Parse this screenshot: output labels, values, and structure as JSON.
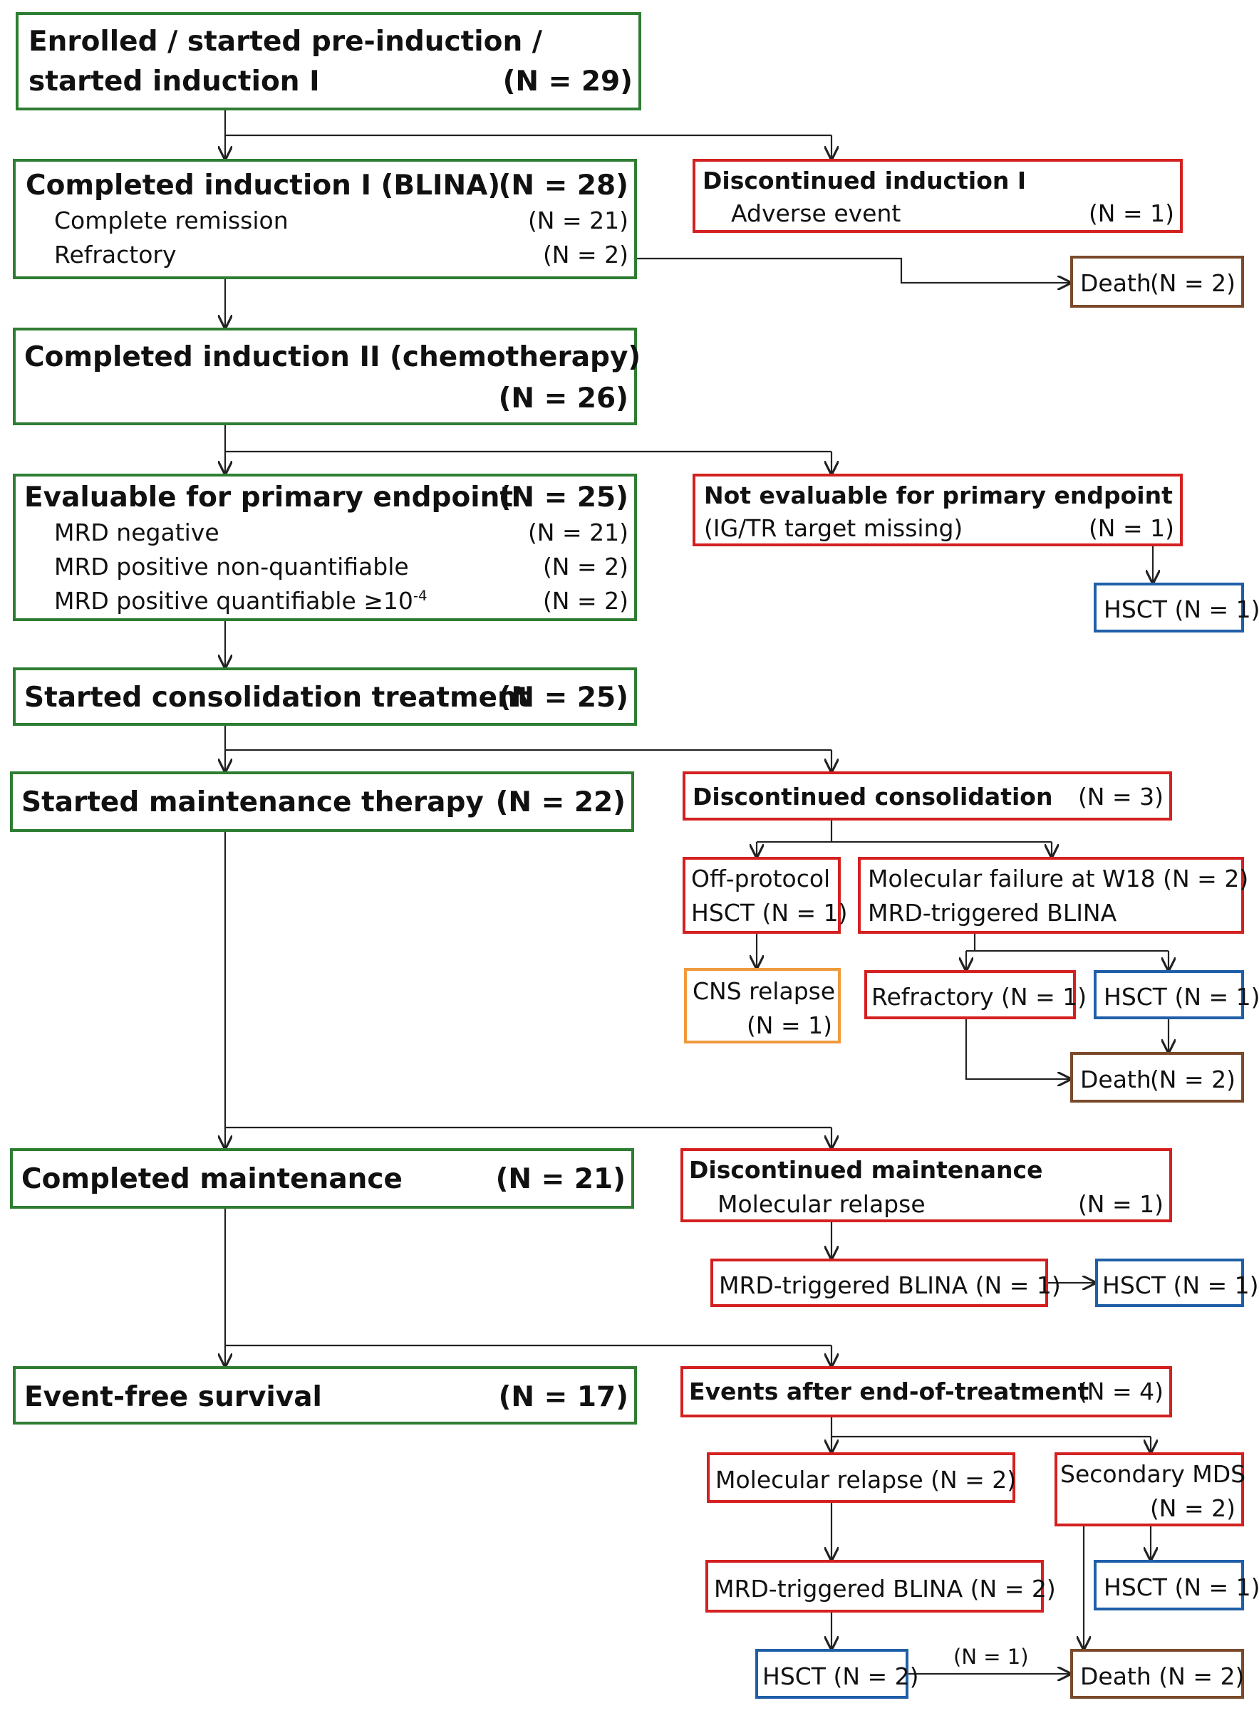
{
  "boxes": {
    "enrolled": {
      "line1": "Enrolled / started pre-induction /",
      "line2": "started induction I",
      "n": "(N = 29)"
    },
    "induction1": {
      "title": "Completed induction I (BLINA)",
      "n": "(N = 28)",
      "r1_label": "Complete remission",
      "r1_n": "(N = 21)",
      "r2_label": "Refractory",
      "r2_n": "(N = 2)"
    },
    "disc_induction1": {
      "title": "Discontinued induction I",
      "r1_label": "Adverse event",
      "r1_n": "(N = 1)"
    },
    "death1": {
      "label": "Death",
      "n": "(N = 2)"
    },
    "induction2": {
      "title": "Completed induction II (chemotherapy)",
      "n": "(N = 26)"
    },
    "evaluable": {
      "title": "Evaluable for primary endpoint",
      "n": "(N = 25)",
      "r1_label": "MRD negative",
      "r1_n": "(N = 21)",
      "r2_label": "MRD positive non-quantifiable",
      "r2_n": "(N = 2)",
      "r3_label": "MRD positive quantifiable ≥10",
      "r3_sup": "-4",
      "r3_n": "(N = 2)"
    },
    "not_evaluable": {
      "title": "Not evaluable for primary endpoint",
      "r1_label": "(IG/TR target missing)",
      "r1_n": "(N = 1)"
    },
    "hsct1": {
      "label": "HSCT (N = 1)"
    },
    "consolidation": {
      "title": "Started consolidation treatment",
      "n": "(N = 25)"
    },
    "maintenance_start": {
      "title": "Started maintenance therapy",
      "n": "(N = 22)"
    },
    "disc_consolidation": {
      "title": "Discontinued consolidation",
      "n": "(N = 3)"
    },
    "off_protocol": {
      "line1": "Off-protocol",
      "line2": "HSCT  (N = 1)"
    },
    "molecular_failure": {
      "line1": "Molecular failure at W18 (N = 2)",
      "line2": "MRD-triggered BLINA"
    },
    "cns_relapse": {
      "line1": "CNS relapse",
      "line2": "(N = 1)"
    },
    "refractory": {
      "label": "Refractory (N = 1)"
    },
    "hsct2": {
      "label": "HSCT (N = 1)"
    },
    "death2": {
      "label": "Death",
      "n": "(N = 2)"
    },
    "maintenance_done": {
      "title": "Completed maintenance",
      "n": "(N = 21)"
    },
    "disc_maintenance": {
      "title": "Discontinued maintenance",
      "r1_label": "Molecular relapse",
      "r1_n": "(N = 1)"
    },
    "mrd_blina1": {
      "label": "MRD-triggered BLINA (N = 1)"
    },
    "hsct3": {
      "label": "HSCT (N = 1)"
    },
    "efs": {
      "title": "Event-free survival",
      "n": "(N = 17)"
    },
    "events_after": {
      "title": "Events after end-of-treatment",
      "n": "(N = 4)"
    },
    "mol_relapse2": {
      "label": "Molecular relapse  (N = 2)"
    },
    "secondary_mds": {
      "line1": "Secondary MDS",
      "line2": "(N = 2)"
    },
    "mrd_blina2": {
      "label": "MRD-triggered BLINA (N = 2)"
    },
    "hsct4": {
      "label": "HSCT (N = 1)"
    },
    "hsct5": {
      "label": "HSCT (N = 2)"
    },
    "death3": {
      "label": "Death (N = 2)"
    },
    "edge_label": "(N = 1)"
  },
  "colors": {
    "green": "#2e7d32",
    "red": "#d42020",
    "blue": "#1f5fa8",
    "brown": "#7a4a2a",
    "orange": "#ef9a3c"
  }
}
